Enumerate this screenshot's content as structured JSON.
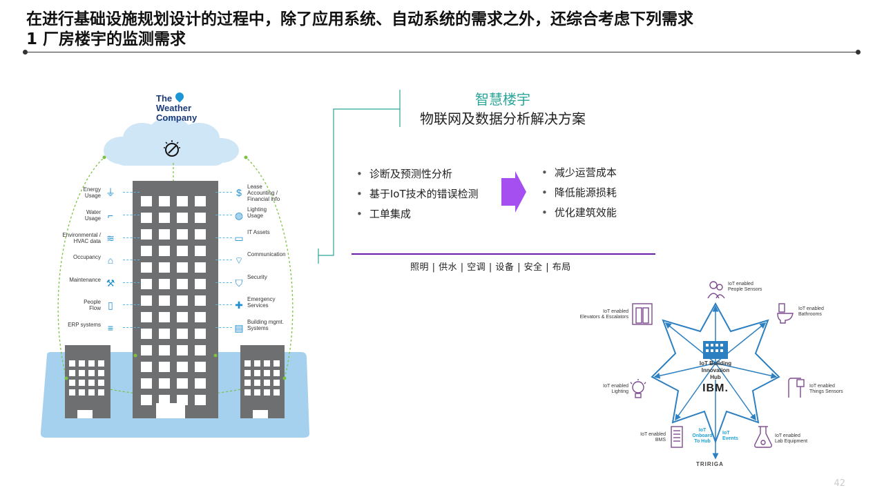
{
  "header": {
    "title_line1": "在进行基础设施规划设计的过程中，除了应用系统、自动系统的需求之外，还综合考虑下列需求",
    "title_line2": "1 厂房楼宇的监测需求"
  },
  "weather": {
    "brand_line1": "The",
    "brand_line2": "Weather",
    "brand_line3": "Company"
  },
  "building_left_labels": [
    {
      "line1": "Energy",
      "line2": "Usage",
      "icon": "plug-icon"
    },
    {
      "line1": "Water",
      "line2": "Usage",
      "icon": "faucet-icon"
    },
    {
      "line1": "Environmental /",
      "line2": "HVAC data",
      "icon": "waves-icon"
    },
    {
      "line1": "Occupancy",
      "line2": "",
      "icon": "desk-person-icon"
    },
    {
      "line1": "Maintenance",
      "line2": "",
      "icon": "wrench-icon"
    },
    {
      "line1": "People",
      "line2": "Flow",
      "icon": "door-icon"
    },
    {
      "line1": "ERP systems",
      "line2": "",
      "icon": "database-icon"
    }
  ],
  "building_right_labels": [
    {
      "line1": "Lease",
      "line2": "Accounting /",
      "line3": "Financial info",
      "icon": "dollar-icon"
    },
    {
      "line1": "Lighting",
      "line2": "Usage",
      "line3": "",
      "icon": "bulb-icon"
    },
    {
      "line1": "IT Assets",
      "line2": "",
      "line3": "",
      "icon": "monitor-icon"
    },
    {
      "line1": "Communication",
      "line2": "",
      "line3": "",
      "icon": "signal-icon"
    },
    {
      "line1": "Security",
      "line2": "",
      "line3": "",
      "icon": "shield-icon"
    },
    {
      "line1": "Emergency",
      "line2": "Services",
      "line3": "",
      "icon": "medical-cross-icon"
    },
    {
      "line1": "Building mgmt.",
      "line2": "Systems",
      "line3": "",
      "icon": "clipboard-icon"
    }
  ],
  "smart": {
    "heading": "智慧楼宇",
    "subheading": "物联网及数据分析解决方案",
    "left_bullets": [
      "诊断及预测性分析",
      "基于IoT技术的错误检测",
      "工单集成"
    ],
    "right_bullets": [
      "减少运营成本",
      "降低能源损耗",
      "优化建筑效能"
    ],
    "categories": "照明 | 供水 | 空调 | 设备 | 安全 | 布局",
    "colors": {
      "heading": "#2aa59a",
      "arrow": "#a64ff0",
      "divider": "#6a1ea8",
      "connector": "#2aa59a"
    }
  },
  "ibm_diagram": {
    "hub_line1": "IoT Building",
    "hub_line2": "Innovation",
    "hub_line3": "Hub",
    "hub_brand": "IBM.",
    "nodes": {
      "people": {
        "line1": "IoT enabled",
        "line2": "People Sensors"
      },
      "bathrooms": {
        "line1": "IoT enabled",
        "line2": "Bathrooms"
      },
      "elevators": {
        "line1": "IoT enabled",
        "line2": "Elevators & Escalators"
      },
      "lighting": {
        "line1": "IoT enabled",
        "line2": "Lighting"
      },
      "things": {
        "line1": "IoT enabled",
        "line2": "Things Sensors"
      },
      "bms": {
        "line1": "IoT enabled",
        "line2": "BMS"
      },
      "lab": {
        "line1": "IoT enabled",
        "line2": "Lab Equipment"
      },
      "onboard": {
        "line1": "IoT",
        "line2": "Onboard",
        "line3": "To Hub"
      },
      "events": {
        "line1": "IoT",
        "line2": "Events"
      },
      "tririga": "TRIRIGA"
    },
    "colors": {
      "star": "#2c7fc0",
      "icon": "#7d4a8f",
      "accent": "#1fa3d6"
    }
  },
  "footer": {
    "page_number": "42"
  }
}
